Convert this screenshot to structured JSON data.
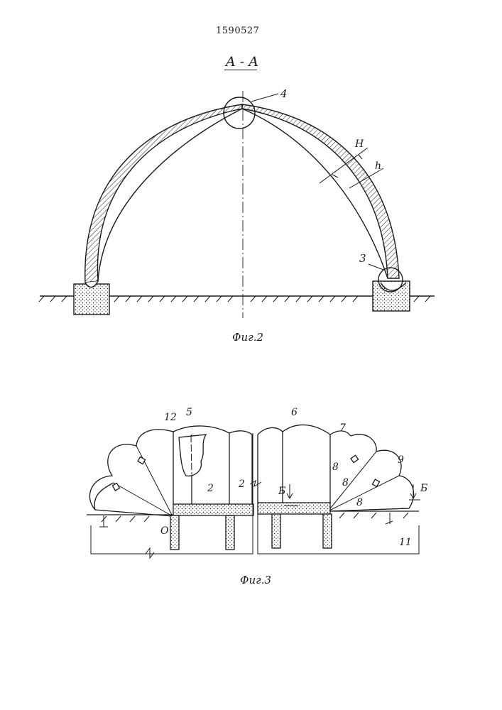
{
  "patent_number": "1590527",
  "section_label": "A - A",
  "fig2": {
    "caption": "Фиг.2",
    "labels": {
      "node_top": "4",
      "node_base": "3",
      "outer_thickness": "H",
      "inner_thickness": "h"
    }
  },
  "fig3": {
    "caption": "Фиг.3",
    "labels": {
      "l12": "12",
      "l5": "5",
      "l6": "6",
      "l7": "7",
      "l8a": "8",
      "l8b": "8",
      "l8c": "8",
      "l9": "9",
      "l2a": "2",
      "l2b": "2",
      "lO": "O",
      "l11": "11",
      "lBa": "Б",
      "lBb": "Б"
    }
  }
}
